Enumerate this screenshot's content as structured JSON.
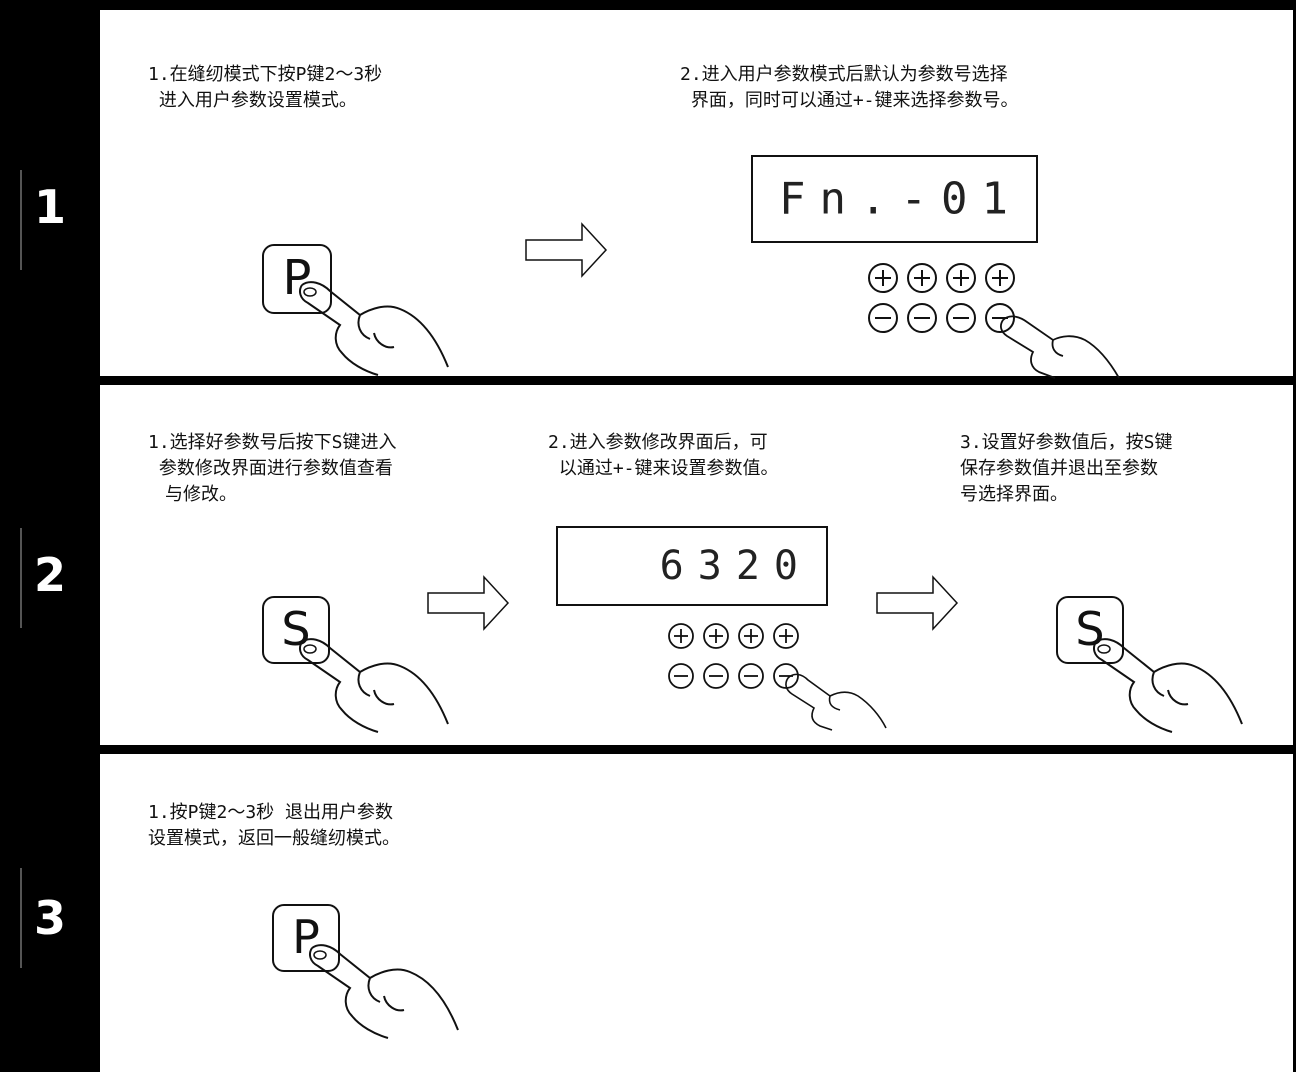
{
  "steps": [
    {
      "number": "1",
      "notes": [
        {
          "line1": "1.在缝纫模式下按P键2～3秒",
          "line2": " 进入用户参数设置模式。"
        },
        {
          "line1": "2.进入用户参数模式后默认为参数号选择",
          "line2": " 界面，同时可以通过+-键来选择参数号。"
        }
      ],
      "key_label": "P",
      "display_value": "Fn.-01"
    },
    {
      "number": "2",
      "notes": [
        {
          "line1": "1.选择好参数号后按下S键进入",
          "line2": " 参数修改界面进行参数值查看",
          "line3": "与修改。"
        },
        {
          "line1": "2.进入参数修改界面后，可",
          "line2": " 以通过+-键来设置参数值。"
        },
        {
          "line1": "3.设置好参数值后，按S键",
          "line2": "保存参数值并退出至参数",
          "line3": "号选择界面。"
        }
      ],
      "key_label_left": "S",
      "key_label_right": "S",
      "display_value": "6320"
    },
    {
      "number": "3",
      "notes": [
        {
          "line1": "1.按P键2～3秒 退出用户参数",
          "line2": "设置模式，返回一般缝纫模式。"
        }
      ],
      "key_label": "P"
    }
  ],
  "icons": [
    "key-button-icon",
    "hand-pointer-icon",
    "right-arrow-icon",
    "plus-button-icon",
    "minus-button-icon"
  ]
}
